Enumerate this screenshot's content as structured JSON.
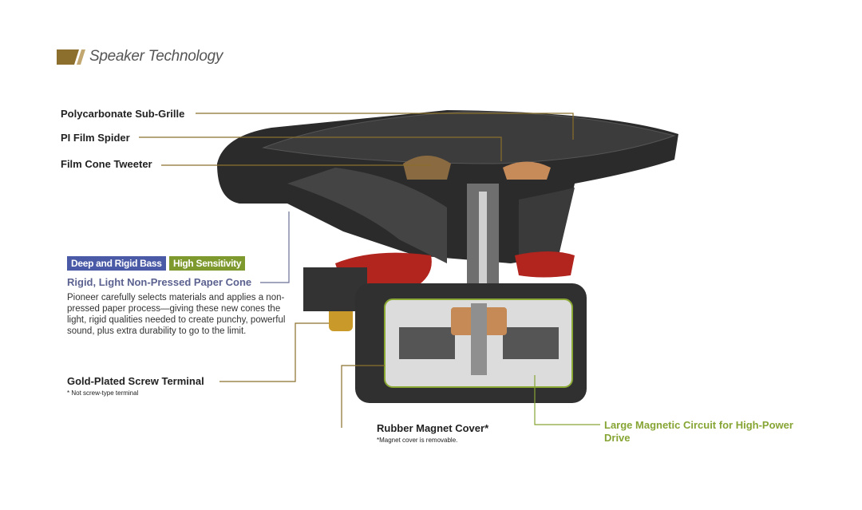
{
  "header": {
    "title": "Speaker Technology"
  },
  "colors": {
    "gold": "#8c6f2c",
    "blue_badge": "#4b5aa6",
    "green_badge": "#7e9a2f",
    "cone_heading": "#5c6290",
    "green_text": "#86a534"
  },
  "labels": {
    "sub_grille": "Polycarbonate Sub-Grille",
    "spider": "PI Film Spider",
    "tweeter": "Film Cone Tweeter",
    "badge_bass": "Deep and Rigid Bass",
    "badge_sensitivity": "High Sensitivity",
    "cone_heading": "Rigid, Light Non-Pressed Paper Cone",
    "cone_desc": "Pioneer carefully selects materials and applies a non-pressed paper process—giving these new cones the light, rigid qualities needed to create punchy, powerful sound, plus extra durability to go to the limit.",
    "terminal": "Gold-Plated Screw Terminal",
    "terminal_note": "* Not screw-type terminal",
    "magnet_cover": "Rubber Magnet Cover*",
    "magnet_cover_note": "*Magnet cover is removable.",
    "magnetic_circuit": "Large Magnetic Circuit for High-Power Drive"
  }
}
